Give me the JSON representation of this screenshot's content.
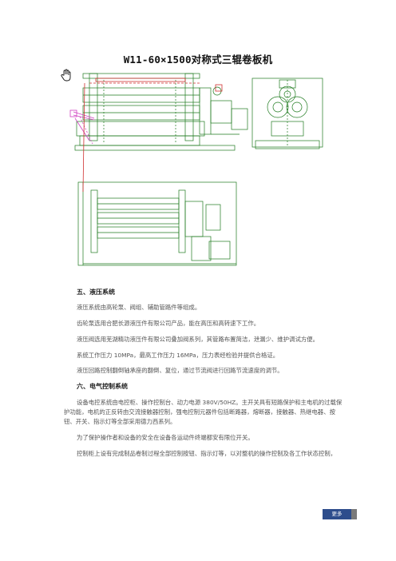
{
  "title": "W11-60×1500对称式三辊卷板机",
  "icons": {
    "cursor": "hand-cursor-icon"
  },
  "colors": {
    "drawing_line": "#1e7a1e",
    "accent_magenta": "#d040c0",
    "accent_red": "#d03030",
    "badge": "#2d4d8c"
  },
  "section5": {
    "heading": "五、液压系统",
    "p1": "液压系统由高轮泵、阀组、辅助管路件等组成。",
    "p2": "齿轮泵选用合肥长源液压件有限公司产品，能在高压和高转速下工作。",
    "p3": "液压阀选用芜湖精功液压件有限公司叠加阀系列，其管路布置简洁，泄漏少、维护调试方便。",
    "p4": "系统工作压力 10MPa，最高工作压力 16MPa，压力表经检验并提供合格证。",
    "p5": "液压回路控制翻倒轴承座的翻倒、复位，通过节流阀进行回路节流速度的调节。"
  },
  "section6": {
    "heading": "六、电气控制系统",
    "p1_line1": "设备电控系统由电控柜、操作控制台、动力电源 380V/50HZ。主开关具有短路保护和主电机的过载保",
    "p1_line2": "护功能，电机的正反转由交流接触器控制，强电控制元器件包括断路器，熔断器，接触器、热继电器、按",
    "p1_line3": "钮、开关、指示灯等全部采用德力西系列。",
    "p2": "为了保护操作者和设备的安全在设备各运动件终端都安有限位开关。",
    "p3": "控制柜上设有完成制品卷制过程全部控制按钮、指示灯等，以对整机的操作控制及各工作状态控制，"
  },
  "badge": "更多"
}
